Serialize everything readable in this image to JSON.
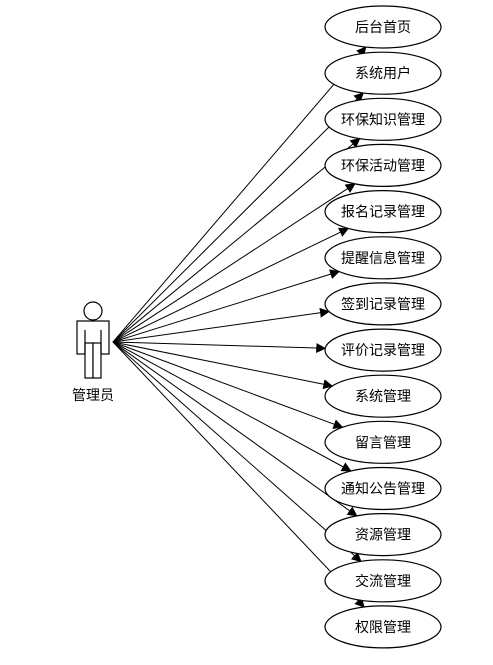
{
  "actor": {
    "label": "管理员"
  },
  "use_cases": [
    {
      "label": "后台首页"
    },
    {
      "label": "系统用户"
    },
    {
      "label": "环保知识管理"
    },
    {
      "label": "环保活动管理"
    },
    {
      "label": "报名记录管理"
    },
    {
      "label": "提醒信息管理"
    },
    {
      "label": "签到记录管理"
    },
    {
      "label": "评价记录管理"
    },
    {
      "label": "系统管理"
    },
    {
      "label": "留言管理"
    },
    {
      "label": "通知公告管理"
    },
    {
      "label": "资源管理"
    },
    {
      "label": "交流管理"
    },
    {
      "label": "权限管理"
    }
  ],
  "colors": {
    "stroke": "#000000",
    "fill": "#ffffff"
  }
}
